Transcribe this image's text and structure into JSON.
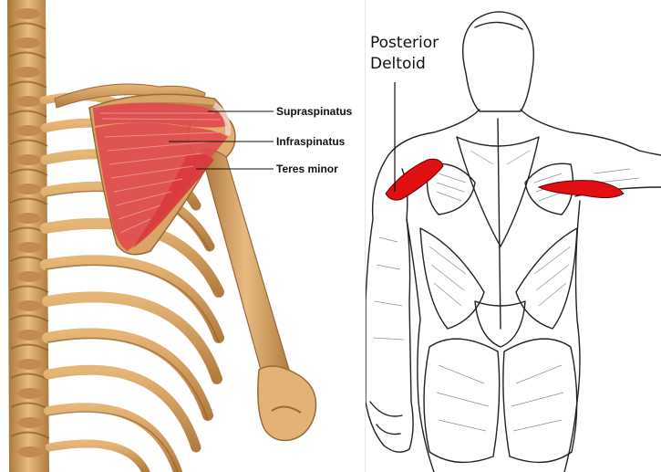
{
  "left": {
    "labels": {
      "supraspinatus": "Supraspinatus",
      "infraspinatus": "Infraspinatus",
      "teres_minor": "Teres minor"
    }
  },
  "right": {
    "label_line1": "Posterior",
    "label_line2": "Deltoid"
  },
  "colors": {
    "bone": "#d9a86a",
    "bone_shadow": "#a87438",
    "muscle": "#e04a4e",
    "deltoid": "#e01010",
    "ink": "#111111"
  }
}
